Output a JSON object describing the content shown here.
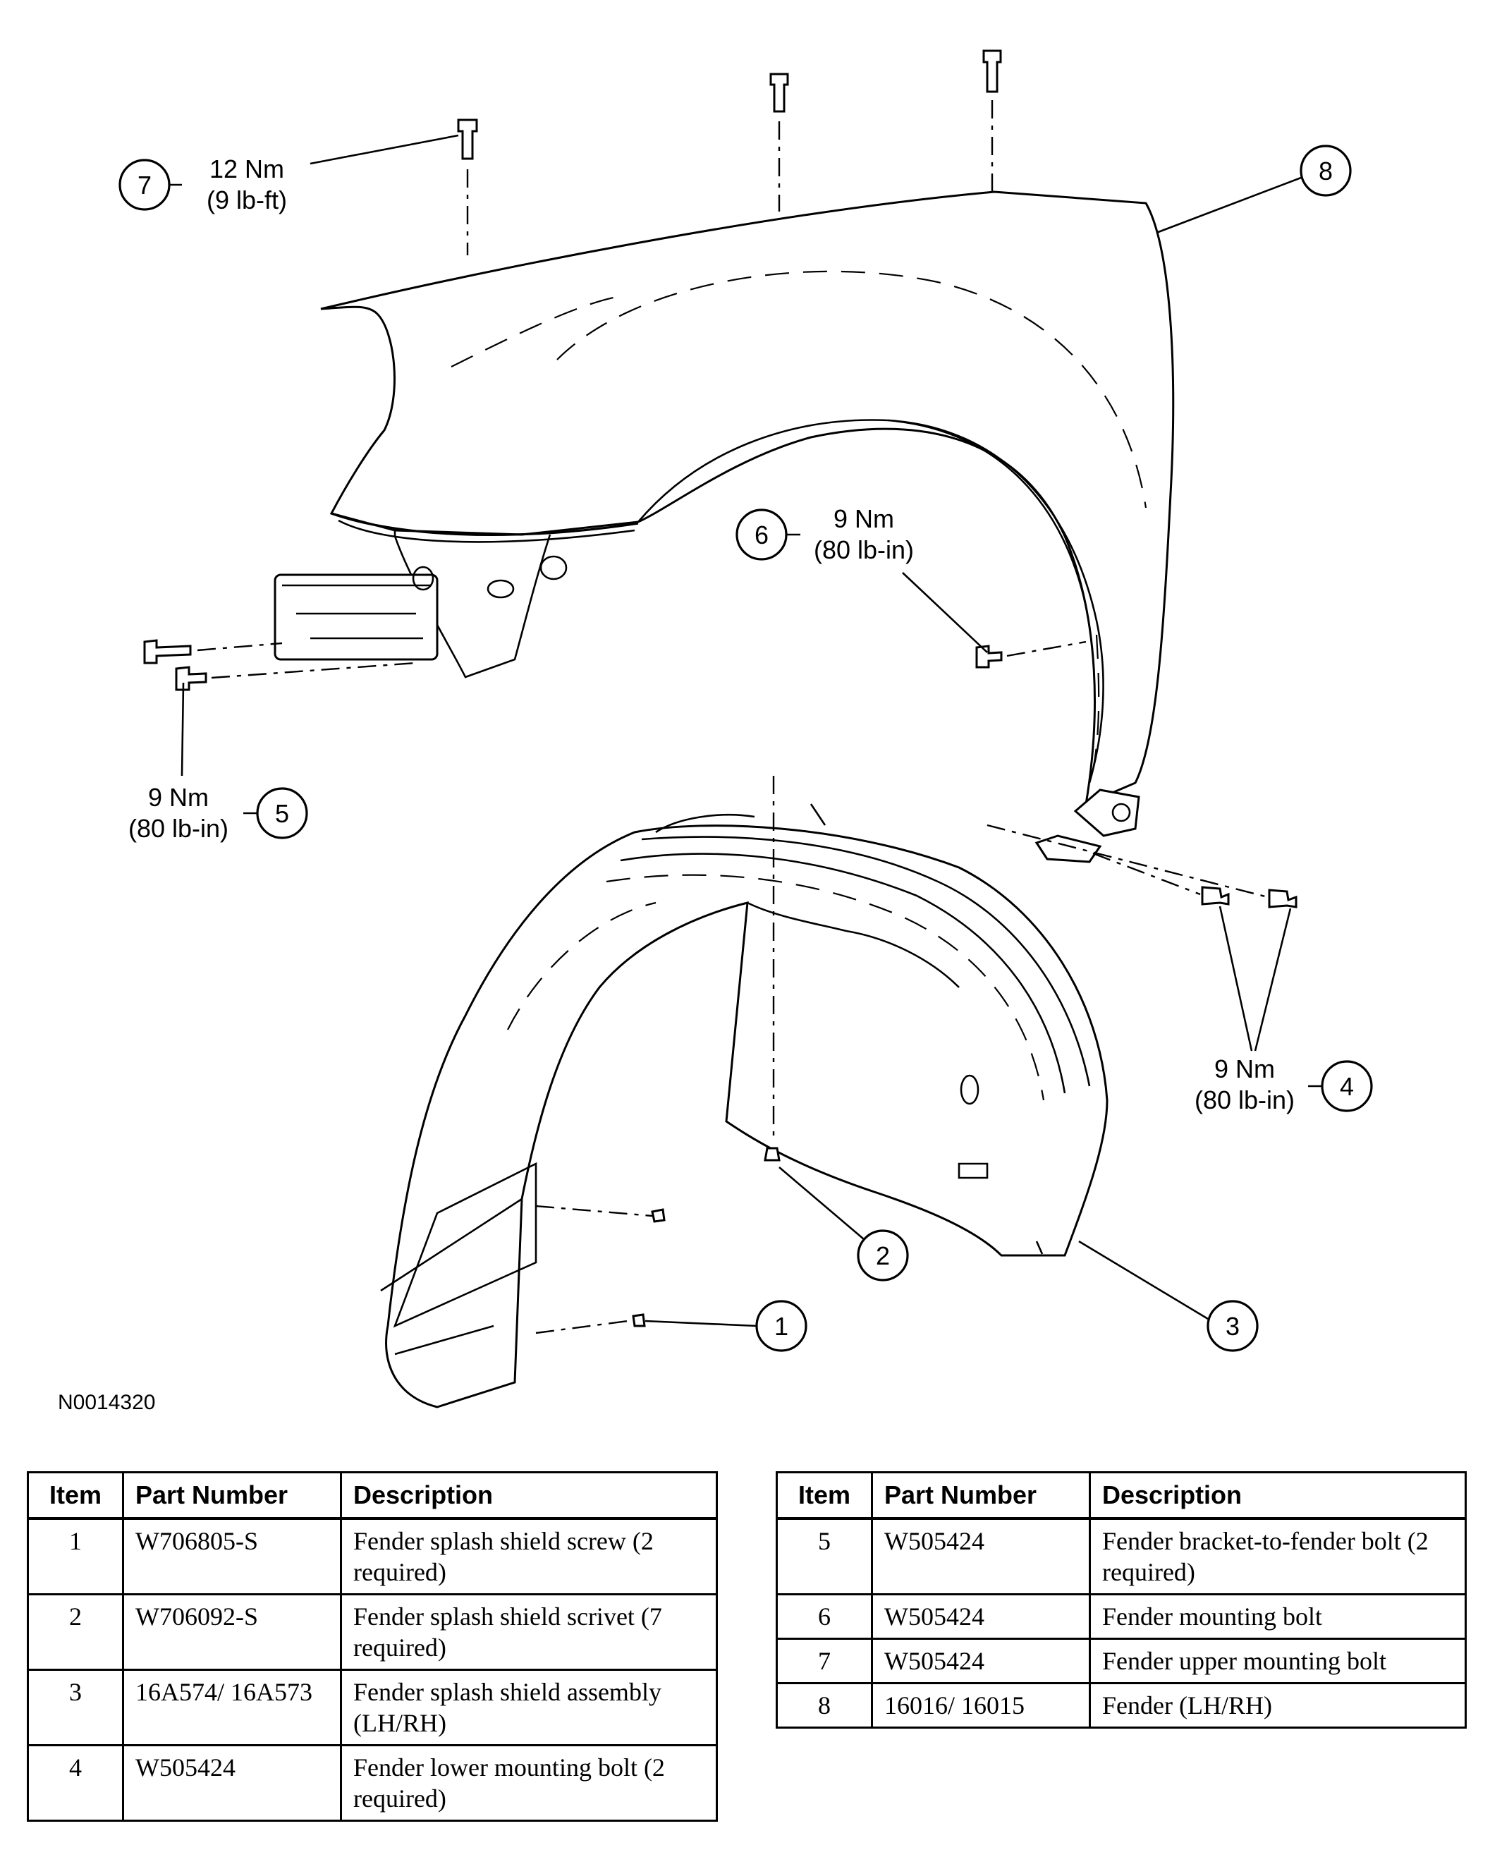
{
  "figure_id": "N0014320",
  "callouts": [
    {
      "num": "1"
    },
    {
      "num": "2"
    },
    {
      "num": "3"
    },
    {
      "num": "4",
      "torque": "9 Nm",
      "torque_alt": "(80 lb-in)"
    },
    {
      "num": "5",
      "torque": "9 Nm",
      "torque_alt": "(80 lb-in)"
    },
    {
      "num": "6",
      "torque": "9 Nm",
      "torque_alt": "(80 lb-in)"
    },
    {
      "num": "7",
      "torque": "12 Nm",
      "torque_alt": "(9 lb-ft)"
    },
    {
      "num": "8"
    }
  ],
  "table": {
    "headers": {
      "item": "Item",
      "part_number": "Part Number",
      "description": "Description"
    },
    "left_rows": [
      {
        "item": "1",
        "part": "W706805-S",
        "desc": "Fender splash shield screw (2 required)"
      },
      {
        "item": "2",
        "part": "W706092-S",
        "desc": "Fender splash shield scrivet (7 required)"
      },
      {
        "item": "3",
        "part": "16A574/ 16A573",
        "desc": "Fender splash shield assembly (LH/RH)"
      },
      {
        "item": "4",
        "part": "W505424",
        "desc": "Fender lower mounting bolt (2 required)"
      }
    ],
    "right_rows": [
      {
        "item": "5",
        "part": "W505424",
        "desc": "Fender bracket-to-fender bolt (2 required)"
      },
      {
        "item": "6",
        "part": "W505424",
        "desc": "Fender mounting bolt"
      },
      {
        "item": "7",
        "part": "W505424",
        "desc": "Fender upper mounting bolt"
      },
      {
        "item": "8",
        "part": "16016/ 16015",
        "desc": "Fender (LH/RH)"
      }
    ]
  }
}
